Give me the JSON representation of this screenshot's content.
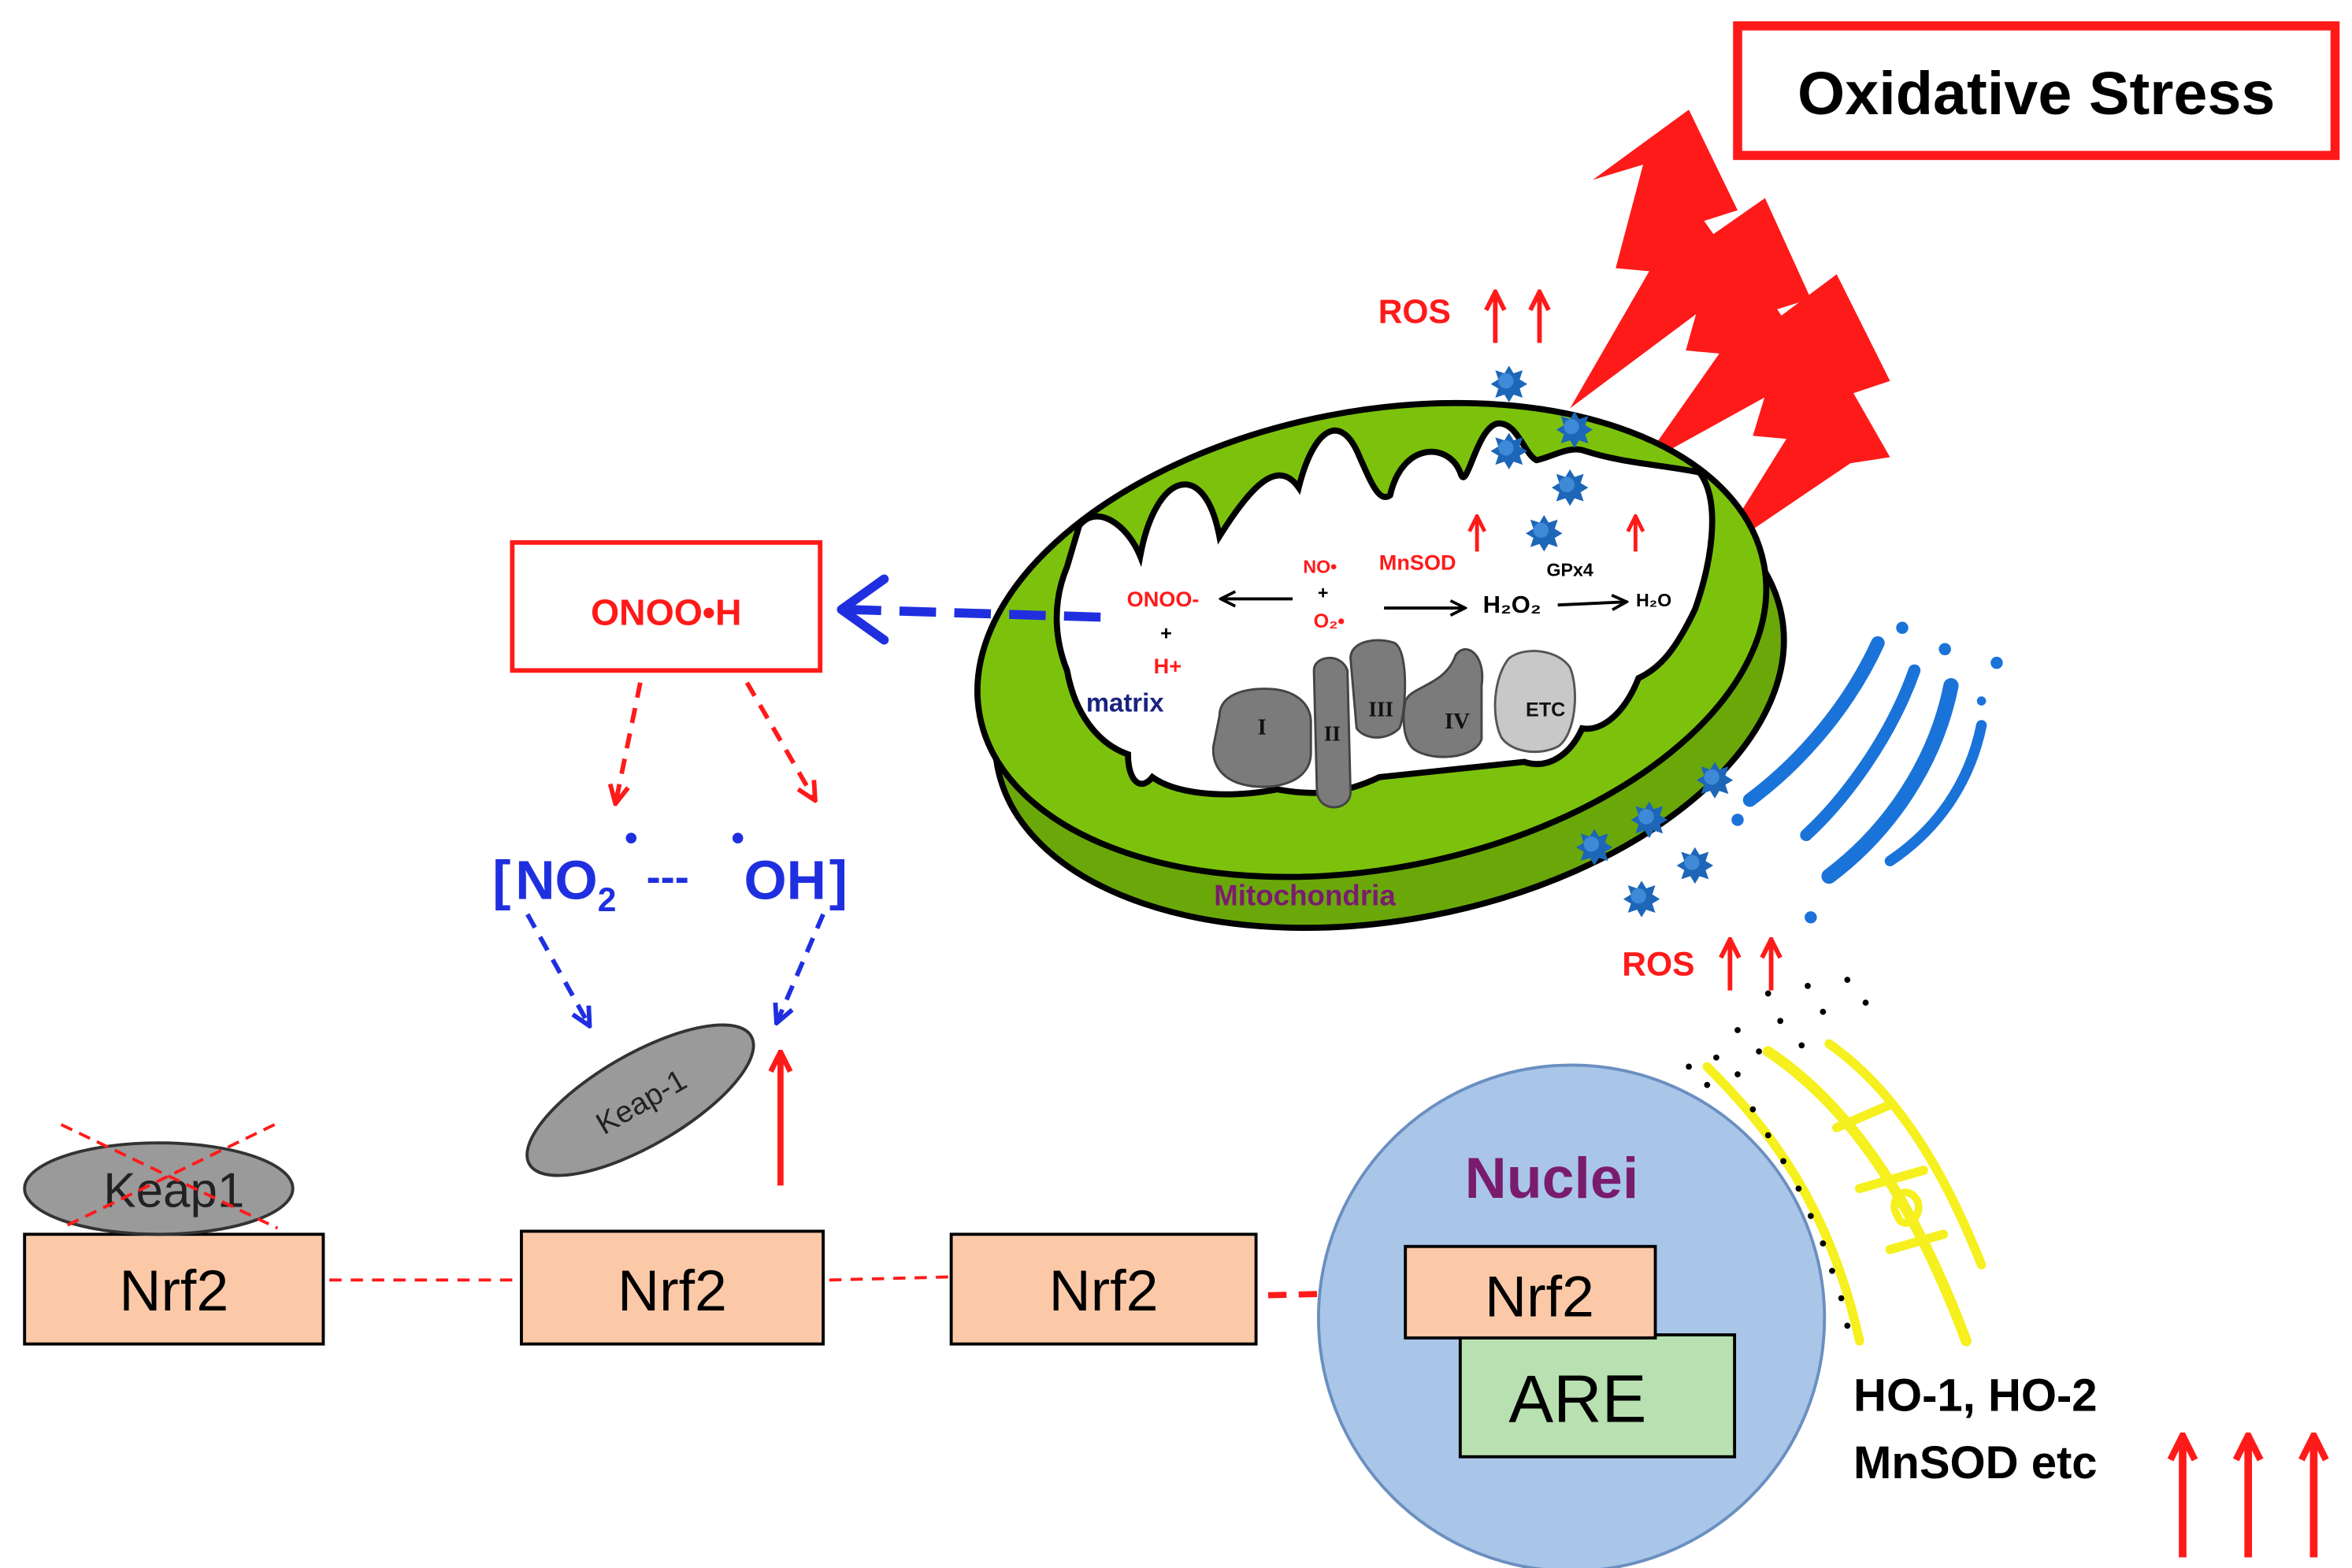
{
  "title": "Oxidative Stress",
  "colors": {
    "red": "#ff1a1a",
    "blue": "#1f2fe0",
    "mito_green": "#7cc20c",
    "box_fill": "#fcc9a8",
    "nucleus_fill": "#a9c6e8",
    "are_fill": "#b8e0b0",
    "protein_gray": "#808080",
    "golgi_blue": "#1a73d9",
    "er_yellow": "#f5f01e",
    "purple": "#7a1c6e"
  },
  "mito": {
    "label": "Mitochondria",
    "matrix": "matrix",
    "onoo_minus": "ONOO-",
    "plus": "+",
    "h_plus": "H+",
    "no_radical": "NO•",
    "plus2": "+",
    "o2_radical": "O₂•",
    "mnsod": "MnSOD",
    "h2o2": "H₂O₂",
    "gpx4": "GPx4",
    "h2o": "H₂O",
    "complexes": [
      "I",
      "II",
      "III",
      "IV",
      "ETC"
    ]
  },
  "ros_top": "ROS",
  "ros_bottom": "ROS",
  "onooh": "ONOO•H",
  "radical_pair": {
    "left_bracket": "[",
    "no2": "NO",
    "sub2": "2",
    "dashes": "---",
    "oh": "OH",
    "right_bracket": "]"
  },
  "keap_free": "Keap-1",
  "keap_bound": "Keap1",
  "nrf2_labels": [
    "Nrf2",
    "Nrf2",
    "Nrf2",
    "Nrf2"
  ],
  "nuclei": "Nuclei",
  "are": "ARE",
  "genes_line1": "HO-1, HO-2",
  "genes_line2": "MnSOD etc"
}
